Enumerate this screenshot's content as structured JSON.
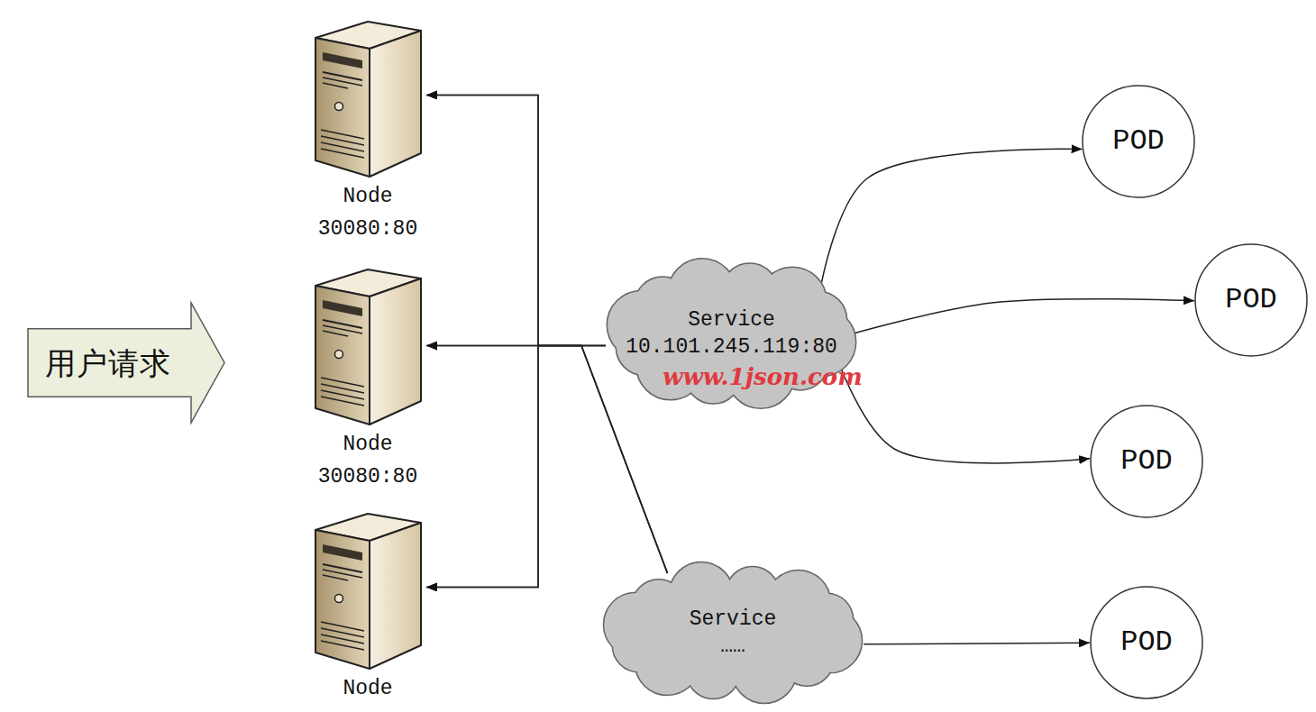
{
  "diagram": {
    "nodes": [
      {
        "text": [
          "用户请求"
        ]
      },
      {
        "text": [
          "Node",
          "30080:80"
        ]
      },
      {
        "text": [
          "Node",
          "30080:80"
        ]
      },
      {
        "text": [
          "Node"
        ]
      },
      {
        "text": [
          "Service",
          "10.101.245.119:80"
        ]
      },
      {
        "text": [
          "POD"
        ]
      },
      {
        "text": [
          "POD"
        ]
      },
      {
        "text": [
          "POD"
        ]
      },
      {
        "text": [
          "Service",
          "……"
        ]
      },
      {
        "text": [
          "POD"
        ]
      }
    ],
    "edges": [
      {
        "from": 4,
        "to": 1,
        "arrow": "to"
      },
      {
        "from": 4,
        "to": 2,
        "arrow": "to"
      },
      {
        "from": 4,
        "to": 3,
        "arrow": "to"
      },
      {
        "from": 8,
        "to": 1,
        "arrow": "to"
      },
      {
        "from": 8,
        "to": 2,
        "arrow": "to"
      },
      {
        "from": 8,
        "to": 3,
        "arrow": "to"
      },
      {
        "from": 4,
        "to": 5,
        "arrow": "to"
      },
      {
        "from": 4,
        "to": 6,
        "arrow": "to"
      },
      {
        "from": 4,
        "to": 7,
        "arrow": "to"
      },
      {
        "from": 8,
        "to": 9,
        "arrow": "to"
      }
    ],
    "labels": [
      "www.1json.com"
    ]
  }
}
